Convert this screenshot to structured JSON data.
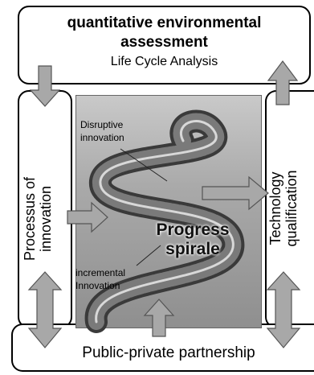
{
  "top_box": {
    "title_line1": "quantitative environmental",
    "title_line2": "assessment",
    "subtitle": "Life Cycle Analysis"
  },
  "left_box": {
    "line1": "Processus of",
    "line2": "innovation"
  },
  "right_box": {
    "line1": "Technology",
    "line2": "qualification"
  },
  "bottom_box": {
    "label": "Public-private partnership"
  },
  "spiral": {
    "label_disruptive_1": "Disruptive",
    "label_disruptive_2": "innovation",
    "label_incremental_1": "incremental",
    "label_incremental_2": "Innovation",
    "label_progress_1": "Progress",
    "label_progress_2": "spirale"
  },
  "colors": {
    "arrow_fill": "#a8a8a8",
    "arrow_stroke": "#555555",
    "border": "#000000"
  }
}
